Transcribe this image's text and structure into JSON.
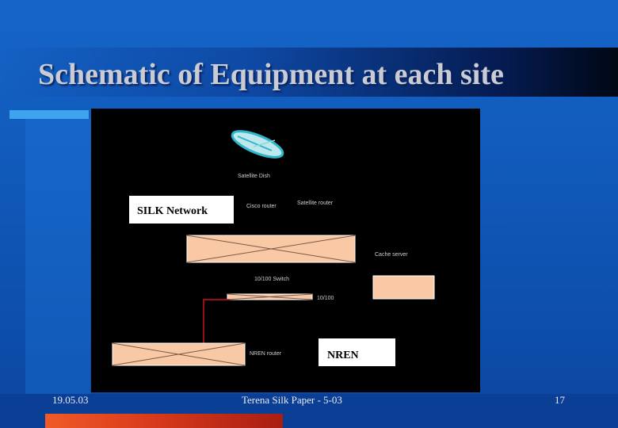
{
  "slide": {
    "title": "Schematic of Equipment at each site",
    "footer_date": "19.05.03",
    "footer_center": "Terena Silk Paper - 5-03",
    "page_number": "17"
  },
  "diagram": {
    "silk_box_label": "SILK Network",
    "nren_box_label": "NREN",
    "small_labels": {
      "dish": "Satellite Dish",
      "cisco": "Cisco router",
      "satellite_router": "Satellite router",
      "cache": "Cache server",
      "switch": "10/100 Switch",
      "nren_router": "NREN router",
      "user_link": "10/100"
    }
  },
  "colors": {
    "background": "#1565c8",
    "accent": "#3fa4f0",
    "equipment_fill": "#f9c8a5",
    "link_red": "#c8141e"
  }
}
